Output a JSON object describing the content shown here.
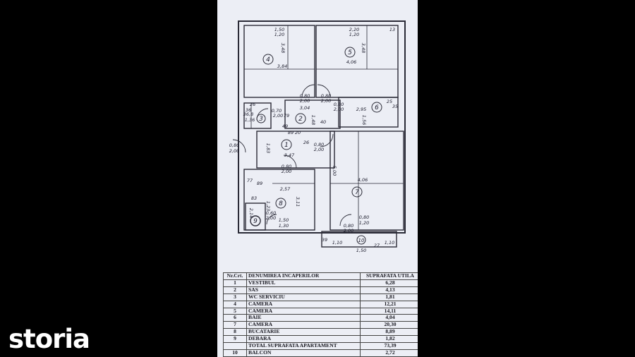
{
  "plan": {
    "dims": {
      "r4_w": "1,50",
      "r4_h": "1,20",
      "r4_side": "3,48",
      "r4_b": "3,84",
      "r5_w": "2,20",
      "r5_h": "1,20",
      "r5_side": "3,48",
      "r5_b": "4,06",
      "r5_corner": "13",
      "d1a": "0,80",
      "d1b": "2,00",
      "d2a": "0,80",
      "d2b": "2,00",
      "hall_w": "3,04",
      "hall_side": "1,48",
      "d3a": "0,80",
      "d3b": "2,00",
      "bath_w": "2,95",
      "bath_side": "1,56",
      "bath_c1": "25",
      "bath_c2": "35",
      "wc_a": "36",
      "wc_b": "1,36",
      "wc_c": "26",
      "wc_d": "36,8",
      "d4a": "0,70",
      "d4b": "2,00",
      "d4c": "79",
      "misc_1": "49",
      "misc_2": "40",
      "misc_3": "89",
      "misc_4": "20",
      "misc_5": "26",
      "d5a": "0,80",
      "d5b": "2,00",
      "vest_side": "1,83",
      "vest_w": "3,47",
      "d6a": "0,80",
      "d6b": "2,00",
      "d7a": "0,80",
      "d7b": "2,00",
      "r7_side": "5,00",
      "r7_w": "4,06",
      "r8_a": "77",
      "r8_b": "89",
      "r8_w": "2,57",
      "r8_side": "3,11",
      "r8_c": "83",
      "r8_d": "1,23",
      "d8a": "0,60",
      "d8b": "2,00",
      "win8a": "1,50",
      "win8b": "1,30",
      "r9_side": "2,14",
      "d9a": "0,80",
      "d9b": "2,00",
      "win7a": "0,80",
      "win7b": "1,20",
      "balc_l": "1,10",
      "balc_r": "1,10",
      "balc_a": "39",
      "balc_b": "27",
      "balc_c": "1,50"
    },
    "rooms": [
      "1",
      "2",
      "3",
      "4",
      "5",
      "6",
      "7",
      "8",
      "9",
      "10"
    ]
  },
  "table": {
    "headers": {
      "nr": "Nr.Crt.",
      "name": "DENUMIREA INCAPERILOR",
      "area": "SUPRAFATA UTILA"
    },
    "rows": [
      {
        "nr": "1",
        "name": "VESTIBUL",
        "area": "6,28"
      },
      {
        "nr": "2",
        "name": "SAS",
        "area": "4,13"
      },
      {
        "nr": "3",
        "name": "WC SERVICIU",
        "area": "1,81"
      },
      {
        "nr": "4",
        "name": "CAMERA",
        "area": "12,21"
      },
      {
        "nr": "5",
        "name": "CAMERA",
        "area": "14,11"
      },
      {
        "nr": "6",
        "name": "BAIE",
        "area": "4,04"
      },
      {
        "nr": "7",
        "name": "CAMERA",
        "area": "20,30"
      },
      {
        "nr": "8",
        "name": "BUCATARIE",
        "area": "8,89"
      },
      {
        "nr": "9",
        "name": "DEBARA",
        "area": "1,82"
      }
    ],
    "total": {
      "nr": "",
      "name": "TOTAL SUPRAFATA APARTAMENT",
      "area": "73,39"
    },
    "extra": {
      "nr": "10",
      "name": "BALCON",
      "area": "2,72"
    }
  },
  "watermark": {
    "text": "storia"
  }
}
